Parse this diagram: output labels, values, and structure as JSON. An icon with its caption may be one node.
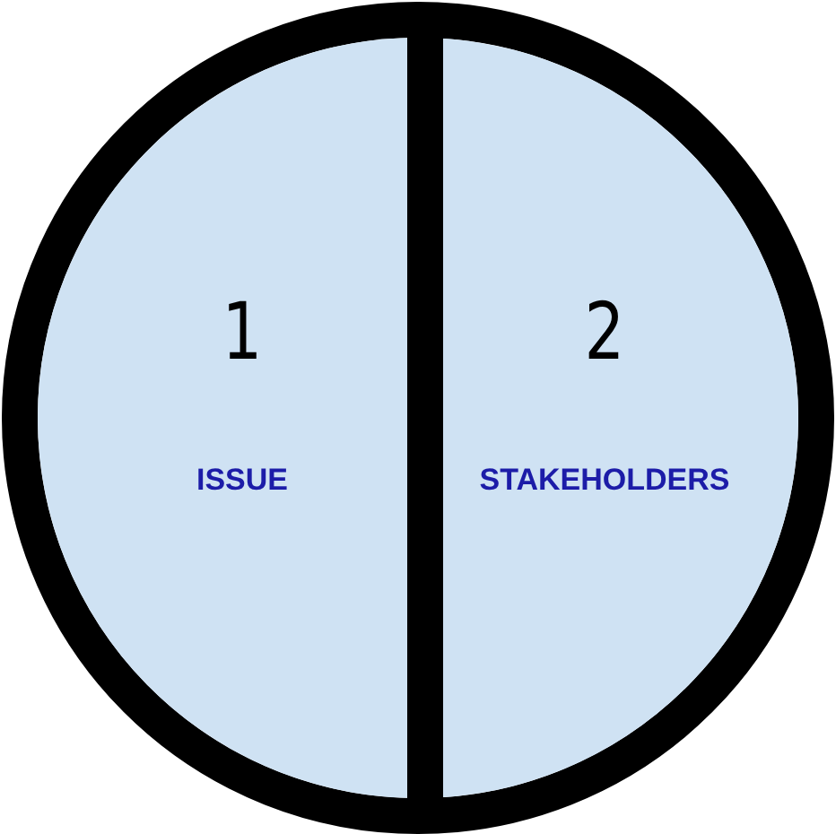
{
  "diagram": {
    "nodes": [
      {
        "text": [
          "1",
          "ISSUE"
        ]
      },
      {
        "text": [
          "2",
          "STAKEHOLDERS"
        ]
      }
    ]
  }
}
